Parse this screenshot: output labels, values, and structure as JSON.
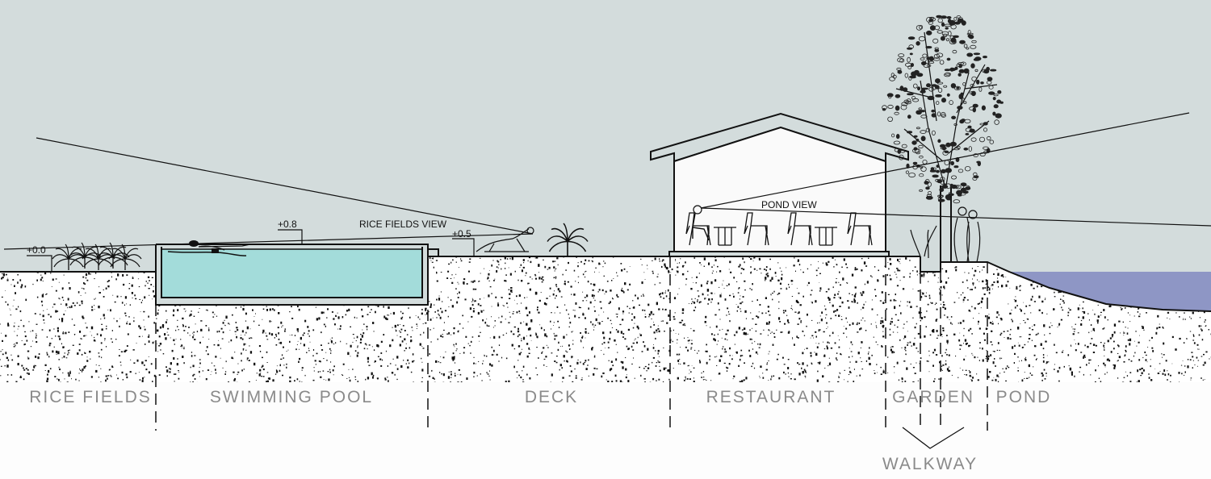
{
  "zones": {
    "rice_fields": "RICE FIELDS",
    "swimming_pool": "SWIMMING POOL",
    "deck": "DECK",
    "restaurant": "RESTAURANT",
    "garden": "GARDEN",
    "pond": "POND",
    "walkway": "WALKWAY"
  },
  "views": {
    "rice_fields": "RICE FIELDS VIEW",
    "pond": "POND VIEW"
  },
  "levels": {
    "rice_fields": "+0.0",
    "pool": "+0.8",
    "deck": "+0.5"
  },
  "colors": {
    "sky": "#d3dcdc",
    "pool_water": "#a3dcda",
    "pond_water": "#8e96c5",
    "soil": "#ffffff",
    "ground_bottom": "#fdfdfd",
    "speckle": "#111111",
    "label_gray": "#8a8a8a"
  }
}
